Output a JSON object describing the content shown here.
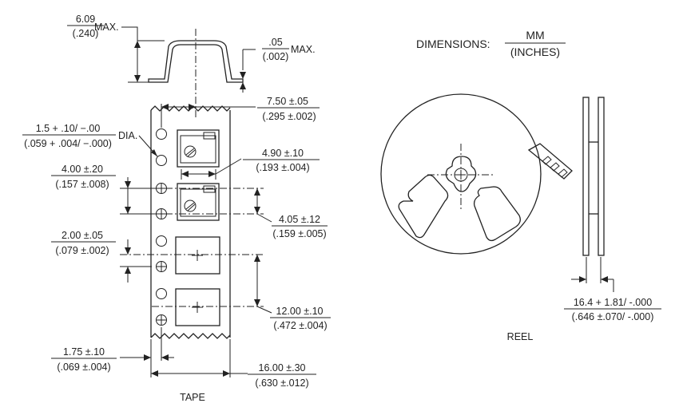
{
  "units": {
    "label": "DIMENSIONS:",
    "numerator": "MM",
    "denominator": "(INCHES)"
  },
  "tape": {
    "caption": "TAPE",
    "height_max": {
      "mm": "6.09",
      "in": "(.240)",
      "suffix": "MAX."
    },
    "thickness_max": {
      "mm": ".05",
      "in": "(.002)",
      "suffix": "MAX."
    },
    "hole_to_cavity": {
      "mm": "7.50 ±.05",
      "in": "(.295 ±.002)"
    },
    "hole_dia": {
      "mm": "1.5 + .10/ −.00",
      "in": "(.059 + .004/ −.000)",
      "suffix": "DIA."
    },
    "cavity_width": {
      "mm": "4.90 ±.10",
      "in": "(.193 ±.004)"
    },
    "hole_pitch": {
      "mm": "4.00 ±.20",
      "in": "(.157 ±.008)"
    },
    "cavity_length": {
      "mm": "4.05 ±.12",
      "in": "(.159 ±.005)"
    },
    "hole_to_center": {
      "mm": "2.00 ±.05",
      "in": "(.079 ±.002)"
    },
    "cavity_pitch": {
      "mm": "12.00 ±.10",
      "in": "(.472 ±.004)"
    },
    "edge_to_hole": {
      "mm": "1.75 ±.10",
      "in": "(.069 ±.004)"
    },
    "tape_width": {
      "mm": "16.00 ±.30",
      "in": "(.630 ±.012)"
    }
  },
  "reel": {
    "caption": "REEL",
    "hub_width": {
      "mm": "16.4 + 1.81/ -.000",
      "in": "(.646 ±.070/ -.000)"
    }
  }
}
